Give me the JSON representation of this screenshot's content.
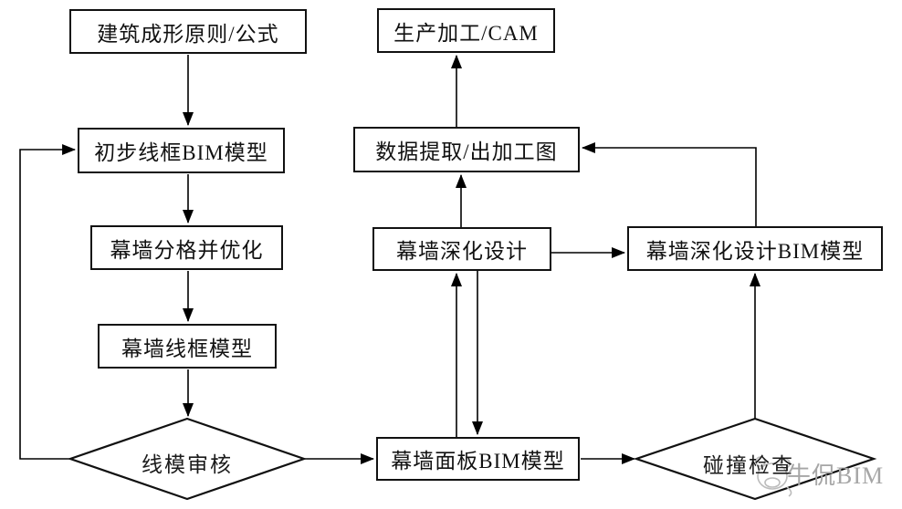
{
  "diagram": {
    "type": "flowchart",
    "language": "zh-CN",
    "nodes": {
      "building_principles": {
        "label": "建筑成形原则/公式",
        "shape": "process"
      },
      "preliminary_wireframe_bim": {
        "label": "初步线框BIM模型",
        "shape": "process"
      },
      "grid_optimization": {
        "label": "幕墙分格并优化",
        "shape": "process"
      },
      "wireframe_model": {
        "label": "幕墙线框模型",
        "shape": "process"
      },
      "wireframe_review": {
        "label": "线模审核",
        "shape": "decision"
      },
      "production_cam": {
        "label": "生产加工/CAM",
        "shape": "process"
      },
      "data_extraction": {
        "label": "数据提取/出加工图",
        "shape": "process"
      },
      "detail_design": {
        "label": "幕墙深化设计",
        "shape": "process"
      },
      "detail_design_bim": {
        "label": "幕墙深化设计BIM模型",
        "shape": "process"
      },
      "panel_bim": {
        "label": "幕墙面板BIM模型",
        "shape": "process"
      },
      "collision_check": {
        "label": "碰撞检查",
        "shape": "decision"
      }
    },
    "edges": [
      {
        "from": "building_principles",
        "to": "preliminary_wireframe_bim"
      },
      {
        "from": "preliminary_wireframe_bim",
        "to": "grid_optimization"
      },
      {
        "from": "grid_optimization",
        "to": "wireframe_model"
      },
      {
        "from": "wireframe_model",
        "to": "wireframe_review"
      },
      {
        "from": "wireframe_review",
        "to": "preliminary_wireframe_bim",
        "note": "feedback-loop"
      },
      {
        "from": "wireframe_review",
        "to": "panel_bim"
      },
      {
        "from": "panel_bim",
        "to": "detail_design"
      },
      {
        "from": "detail_design",
        "to": "panel_bim"
      },
      {
        "from": "detail_design",
        "to": "data_extraction"
      },
      {
        "from": "data_extraction",
        "to": "production_cam"
      },
      {
        "from": "detail_design",
        "to": "detail_design_bim"
      },
      {
        "from": "detail_design_bim",
        "to": "data_extraction"
      },
      {
        "from": "panel_bim",
        "to": "collision_check"
      },
      {
        "from": "collision_check",
        "to": "detail_design_bim"
      }
    ],
    "watermark": {
      "text": "牛侃BIM"
    },
    "colors": {
      "line": "#000000",
      "box_border": "#111111",
      "box_fill": "#ffffff",
      "background": "#ffffff",
      "watermark": "#a6a6a6"
    }
  }
}
